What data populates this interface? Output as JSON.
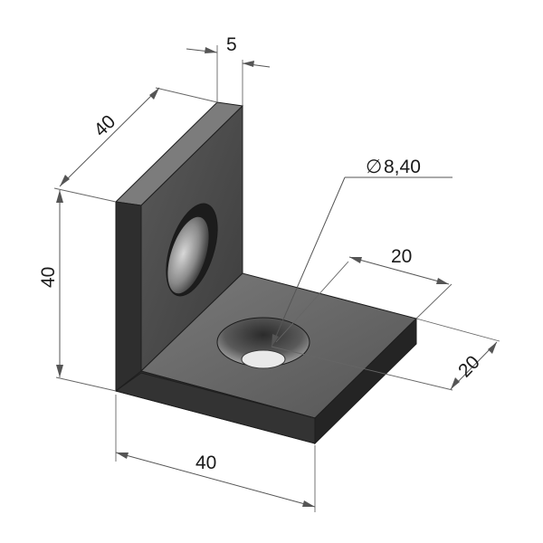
{
  "dimensions": {
    "thickness": "5",
    "upright_depth": "40",
    "upright_height": "40",
    "base_width": "40",
    "hole_diameter": "8,40",
    "hole_offset_x": "20",
    "hole_offset_y": "20"
  },
  "diameter_symbol": "∅",
  "colors": {
    "face_light": "#4e4e4e",
    "face_front": "#3f3f3f",
    "face_top": "#6a6a6a",
    "face_dark": "#262626",
    "hole": "#e7e7e7"
  }
}
